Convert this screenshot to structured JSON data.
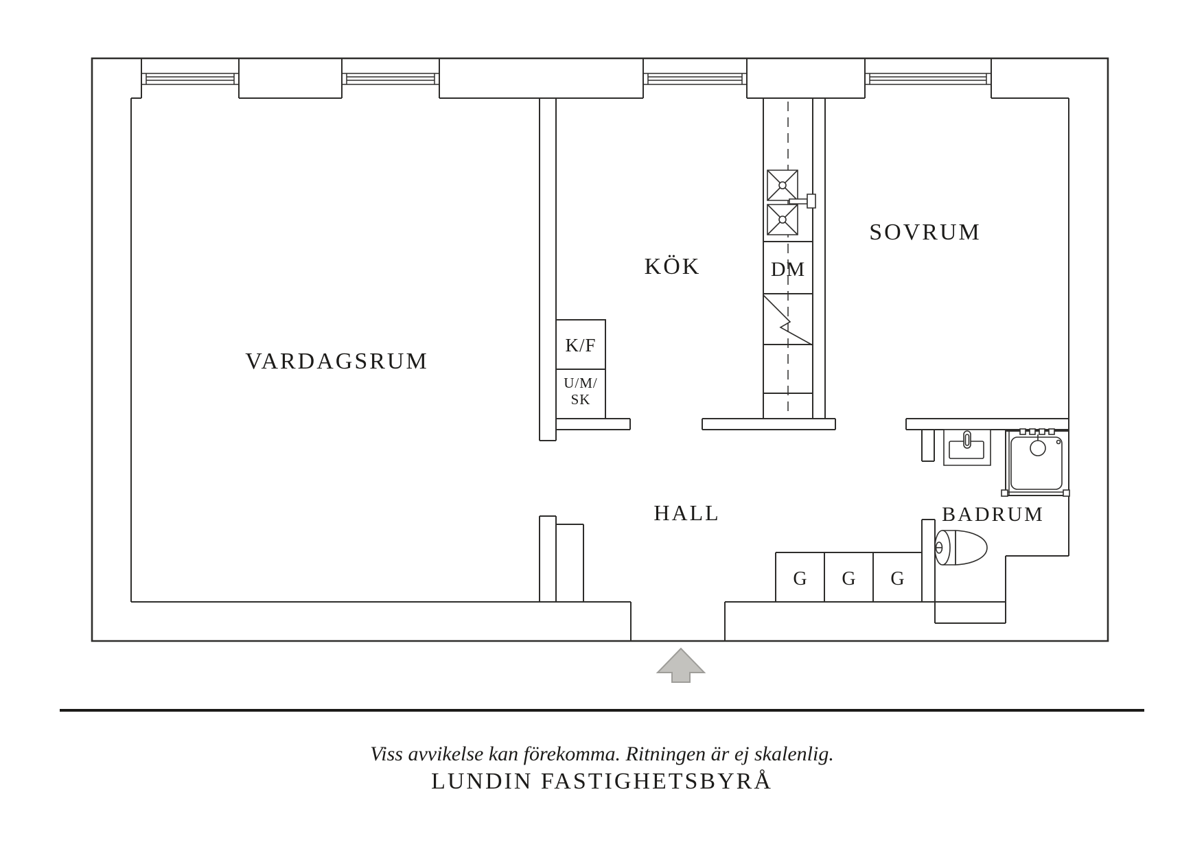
{
  "title": "Apartment floor plan",
  "colors": {
    "ink": "#2e2d2b",
    "text": "#1c1b19",
    "arrow_fill": "#c3c2be",
    "arrow_stroke": "#9e9d99",
    "background": "#ffffff"
  },
  "rooms": {
    "living_room": "VARDAGSRUM",
    "kitchen": "KÖK",
    "bedroom": "SOVRUM",
    "hall": "HALL",
    "bathroom": "BADRUM"
  },
  "fixtures": {
    "fridge_freezer": "K/F",
    "oven_micro_cabinet_line1": "U/M/",
    "oven_micro_cabinet_line2": "SK",
    "dishwasher": "DM",
    "closets": [
      "G",
      "G",
      "G"
    ]
  },
  "footer": {
    "disclaimer": "Viss avvikelse kan förekomma. Ritningen är ej skalenlig.",
    "brand": "LUNDIN FASTIGHETSBYRÅ"
  }
}
